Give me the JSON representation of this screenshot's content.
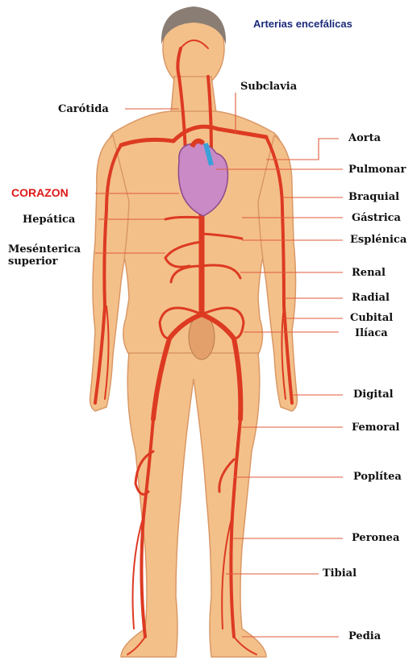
{
  "colors": {
    "skin": "#f4c08a",
    "skin_shade": "#e3a06a",
    "hair": "#8a7d74",
    "artery": "#dd3a22",
    "heart": "#c98ac6",
    "heart_vessel": "#3aa0d8",
    "leader": "#e05a3a",
    "corazon_label": "#e01818",
    "title_label": "#1b2a7a"
  },
  "labels": {
    "title": "Arterias encefálicas",
    "subclavia": "Subclavia",
    "carotida": "Carótida",
    "aorta": "Aorta",
    "pulmonar": "Pulmonar",
    "corazon": "CORAZON",
    "braquial": "Braquial",
    "hepatica": "Hepática",
    "gastrica": "Gástrica",
    "esplenica": "Esplénica",
    "mesenterica": "Mesénterica superior",
    "renal": "Renal",
    "radial": "Radial",
    "cubital": "Cubital",
    "iliaca": "Ilíaca",
    "digital": "Digital",
    "femoral": "Femoral",
    "poplitea": "Poplítea",
    "peronea": "Peronea",
    "tibial": "Tibial",
    "pedia": "Pedia"
  }
}
